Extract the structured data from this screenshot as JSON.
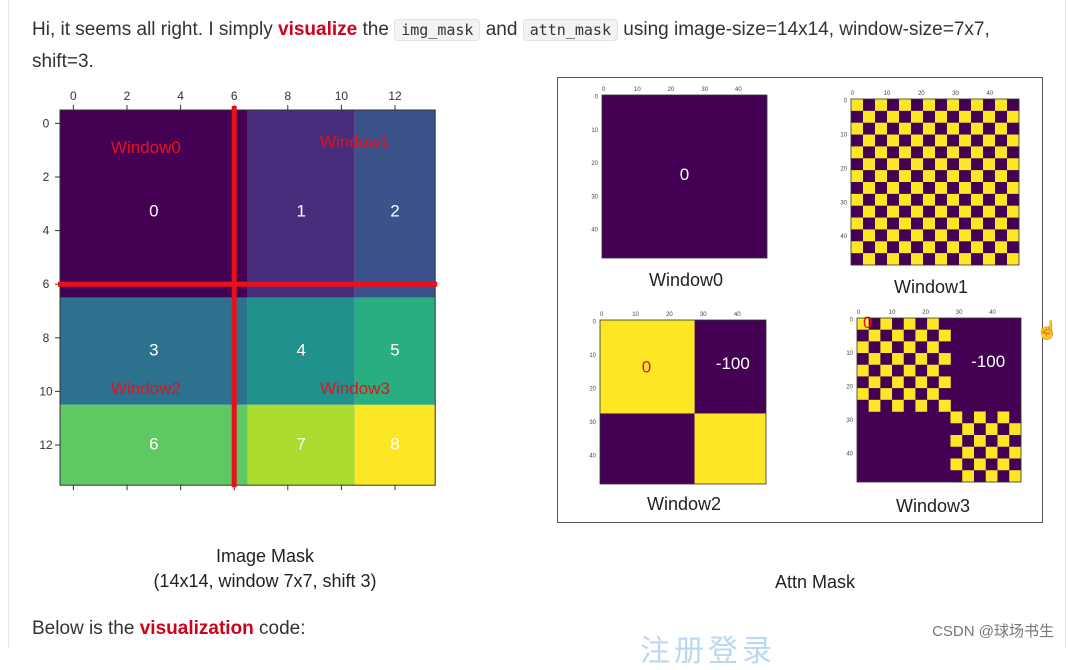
{
  "intro": {
    "prefix": "Hi, it seems all right. I simply ",
    "highlight": "visualize",
    "mid1": " the ",
    "code1": "img_mask",
    "mid2": " and ",
    "code2": "attn_mask",
    "suffix": " using image-size=14x14, window-size=7x7, shift=3."
  },
  "image_mask": {
    "ticks_top": [
      "0",
      "2",
      "4",
      "6",
      "8",
      "10",
      "12"
    ],
    "ticks_left": [
      "0",
      "2",
      "4",
      "6",
      "8",
      "10",
      "12"
    ],
    "regions": [
      {
        "id": "0",
        "color": "#440154"
      },
      {
        "id": "1",
        "color": "#472d7b"
      },
      {
        "id": "2",
        "color": "#3b528b"
      },
      {
        "id": "3",
        "color": "#2c728e"
      },
      {
        "id": "4",
        "color": "#21918c"
      },
      {
        "id": "5",
        "color": "#28ae80"
      },
      {
        "id": "6",
        "color": "#5ec962"
      },
      {
        "id": "7",
        "color": "#addc30"
      },
      {
        "id": "8",
        "color": "#fde725"
      }
    ],
    "window_labels": [
      "Window0",
      "Window1",
      "Window2",
      "Window3"
    ],
    "line_color": "#e8101c",
    "label_color": "#e8101c",
    "caption_line1": "Image Mask",
    "caption_line2": "(14x14, window 7x7, shift 3)"
  },
  "attn_mask": {
    "purple": "#440154",
    "yellow": "#fde725",
    "windows": [
      {
        "title": "Window0",
        "values": [
          "0"
        ]
      },
      {
        "title": "Window1",
        "values": []
      },
      {
        "title": "Window2",
        "values": [
          "0",
          "-100"
        ]
      },
      {
        "title": "Window3",
        "values": [
          "0",
          "-100"
        ]
      }
    ],
    "ticks_x": [
      "0",
      "10",
      "20",
      "30",
      "40"
    ],
    "ticks_y": [
      "0",
      "10",
      "20",
      "30",
      "40"
    ],
    "caption": "Attn Mask"
  },
  "bottom": {
    "prefix": "Below is the ",
    "highlight": "visualization",
    "suffix": " code:"
  },
  "watermark": "CSDN @球场书生",
  "watermark_faint": "注册登录"
}
